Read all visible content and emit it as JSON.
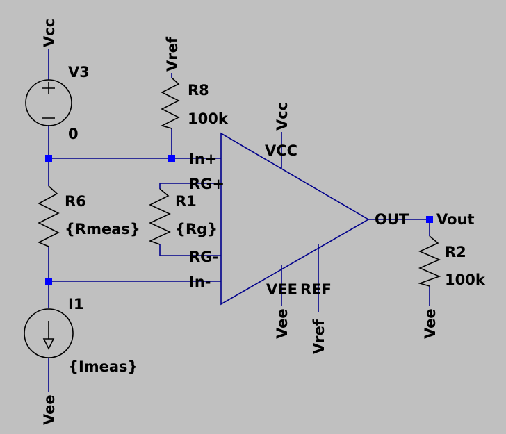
{
  "components": {
    "v3": {
      "ref": "V3",
      "value": "0"
    },
    "r8": {
      "ref": "R8",
      "value": "100k"
    },
    "r6": {
      "ref": "R6",
      "value": "{Rmeas}"
    },
    "r1": {
      "ref": "R1",
      "value": "{Rg}"
    },
    "i1": {
      "ref": "I1",
      "value": "{Imeas}"
    },
    "r2": {
      "ref": "R2",
      "value": "100k"
    }
  },
  "nets": {
    "vcc_top": "Vcc",
    "vref_r8": "Vref",
    "vcc_amp": "Vcc",
    "vee_amp": "Vee",
    "vref_amp": "Vref",
    "vee_r2": "Vee",
    "vee_bottom": "Vee",
    "vout": "Vout"
  },
  "opamp_pins": {
    "in_plus": "In+",
    "rg_plus": "RG+",
    "rg_minus": "RG-",
    "in_minus": "In-",
    "vcc": "VCC",
    "vee": "VEE",
    "ref": "REF",
    "out": "OUT"
  },
  "colors": {
    "background": "#c0c0c0",
    "wire": "#00008b",
    "junction": "#0000ff",
    "component": "#000000"
  }
}
